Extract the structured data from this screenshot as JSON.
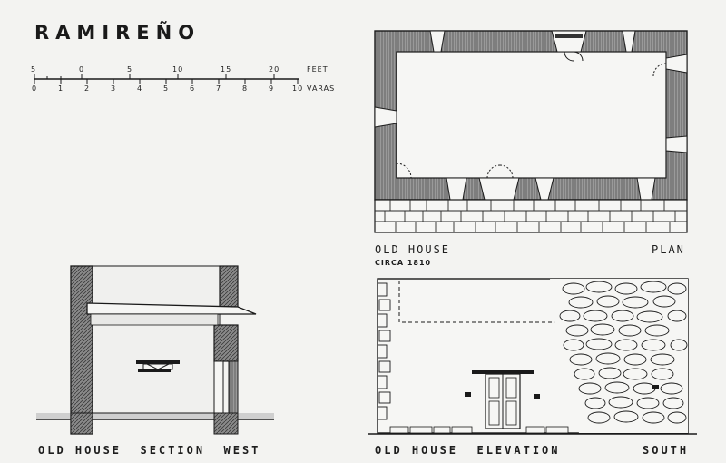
{
  "title": "RAMIREÑO",
  "scale": {
    "feet_ticks": [
      "5",
      "0",
      "5",
      "10",
      "15",
      "20"
    ],
    "feet_unit": "FEET",
    "varas_ticks": [
      "0",
      "1",
      "2",
      "3",
      "4",
      "5",
      "6",
      "7",
      "8",
      "9",
      "10"
    ],
    "varas_unit": "VARAS"
  },
  "plan": {
    "name": "OLD HOUSE",
    "type": "PLAN",
    "date": "CIRCA 1810"
  },
  "section": {
    "caption": "OLD HOUSE  SECTION  WEST"
  },
  "elevation": {
    "caption": "OLD HOUSE  ELEVATION",
    "direction": "SOUTH"
  },
  "colors": {
    "ink": "#1a1a1a",
    "paper": "#f3f3f1",
    "hatch": "#555555"
  }
}
